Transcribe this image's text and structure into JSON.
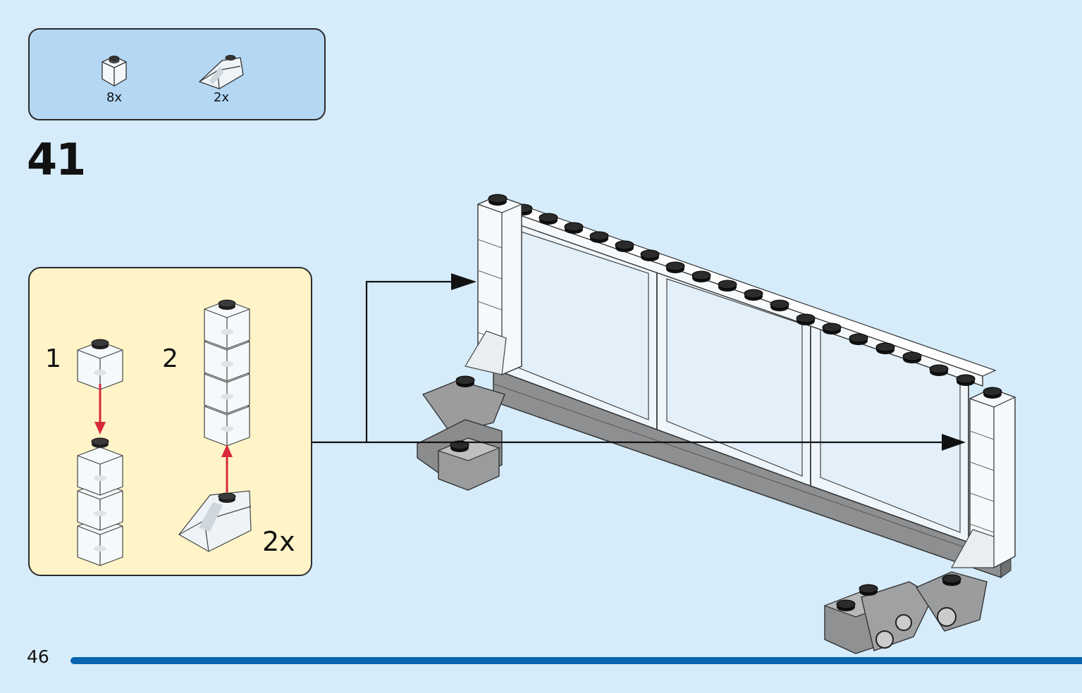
{
  "page": {
    "step_number": "41",
    "page_number": "46",
    "background_color": "#d6ecfa",
    "accent_color": "#0a65b0"
  },
  "parts_list": [
    {
      "name": "transparent-brick-1x1-icon",
      "quantity": "8x"
    },
    {
      "name": "transparent-slope-icon",
      "quantity": "2x"
    }
  ],
  "sub_assembly": {
    "box_color": "#fff4c8",
    "step_1_label": "1",
    "step_2_label": "2",
    "multiplier": "2x",
    "arrow_color": "#d6293a"
  }
}
